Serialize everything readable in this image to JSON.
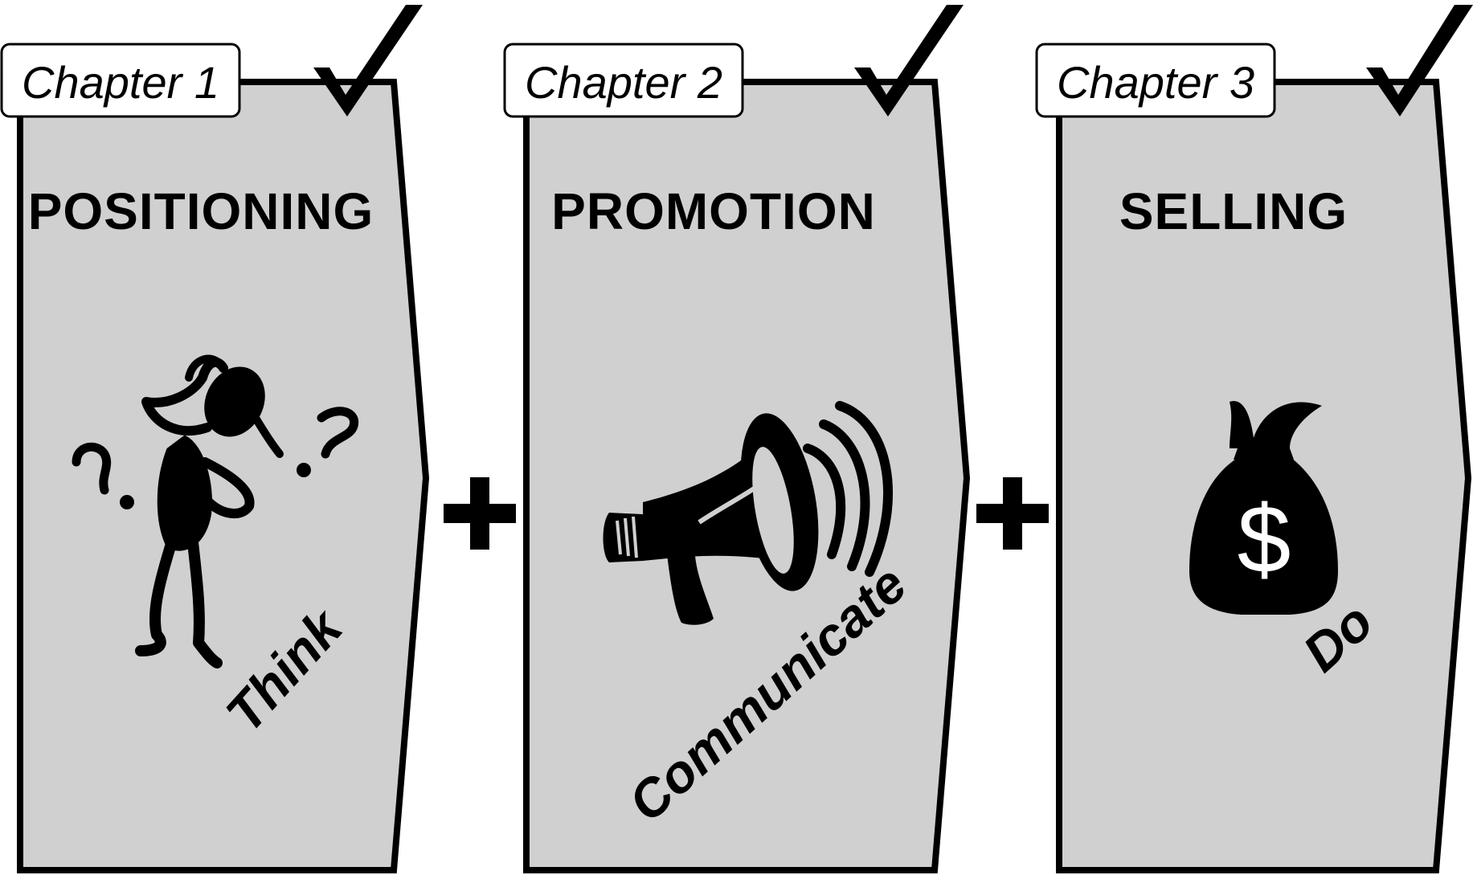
{
  "colors": {
    "panel_fill": "#d0d0d0",
    "stroke": "#000000",
    "tab_fill": "#ffffff"
  },
  "chapters": [
    {
      "tab": "Chapter 1",
      "title": "POSITIONING",
      "verb": "Think",
      "icon": "thinking-person-icon"
    },
    {
      "tab": "Chapter 2",
      "title": "PROMOTION",
      "verb": "Communicate",
      "icon": "megaphone-icon"
    },
    {
      "tab": "Chapter 3",
      "title": "SELLING",
      "verb": "Do",
      "icon": "money-bag-icon"
    }
  ],
  "operators": [
    "+",
    "+"
  ],
  "icons": {
    "check": "checkmark-icon",
    "dollar": "$"
  }
}
